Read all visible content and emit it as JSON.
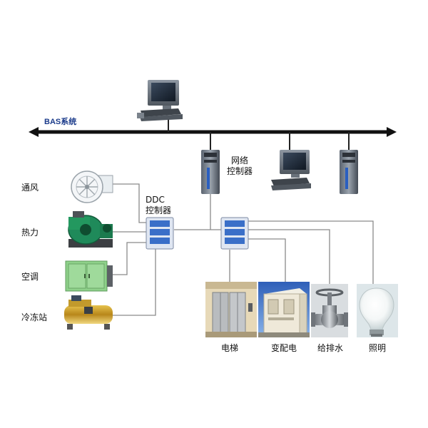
{
  "bus": {
    "label": "BAS系统"
  },
  "network_controller": {
    "line1": "网络",
    "line2": "控制器"
  },
  "ddc_controller": {
    "line1": "DDC",
    "line2": "控制器"
  },
  "left_equipment": [
    {
      "label": "通风"
    },
    {
      "label": "热力"
    },
    {
      "label": "空调"
    },
    {
      "label": "冷冻站"
    }
  ],
  "bottom_equipment": [
    {
      "label": "电梯"
    },
    {
      "label": "变配电"
    },
    {
      "label": "给排水"
    },
    {
      "label": "照明"
    }
  ],
  "colors": {
    "bus": "#111111",
    "wire": "#8a8a8a",
    "controller_blue": "#3a6fc8",
    "bus_label": "#1a3a8a"
  }
}
